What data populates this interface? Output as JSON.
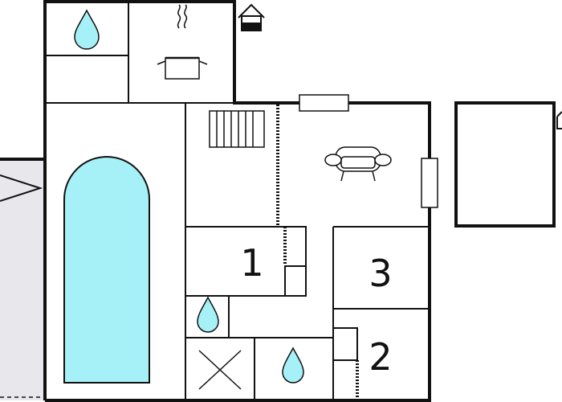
{
  "colors": {
    "wall": "#111111",
    "pool": "#a6f0f7",
    "terrace": "#e8e8ec",
    "background": "#ffffff"
  },
  "rooms": [
    {
      "number": "1"
    },
    {
      "number": "2"
    },
    {
      "number": "3"
    }
  ],
  "icons": [
    "water-drop-icon",
    "cooking-pot-icon",
    "house-icon",
    "sofa-icon",
    "radiator-icon",
    "window-icon",
    "toilet-icon",
    "stairs-icon",
    "pool-icon"
  ]
}
